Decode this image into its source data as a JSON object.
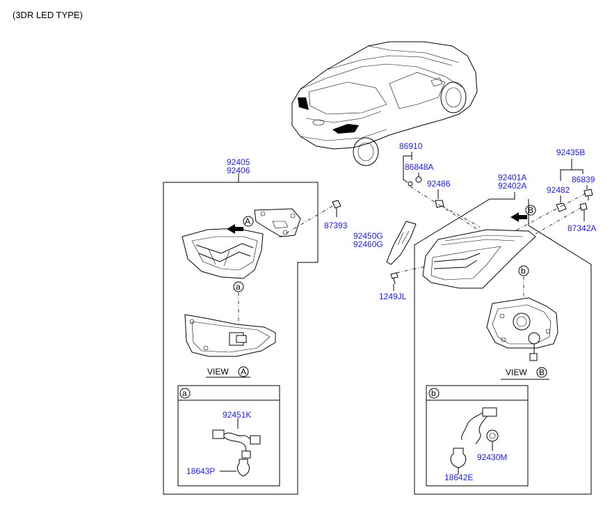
{
  "header": {
    "note": "(3DR LED TYPE)"
  },
  "parts": {
    "p92405": "92405",
    "p92406": "92406",
    "p87393": "87393",
    "p86910": "86910",
    "p86848A": "86848A",
    "p92486": "92486",
    "p92435B": "92435B",
    "p92482": "92482",
    "p86839": "86839",
    "p87342A": "87342A",
    "p92401A": "92401A",
    "p92402A": "92402A",
    "p92450G": "92450G",
    "p92460G": "92460G",
    "p1249JL": "1249JL",
    "p92451K": "92451K",
    "p18643P": "18643P",
    "p92430M": "92430M",
    "p18642E": "18642E"
  },
  "callouts": {
    "a": "a",
    "b": "b",
    "A": "A",
    "B": "B",
    "view_label": "VIEW"
  }
}
